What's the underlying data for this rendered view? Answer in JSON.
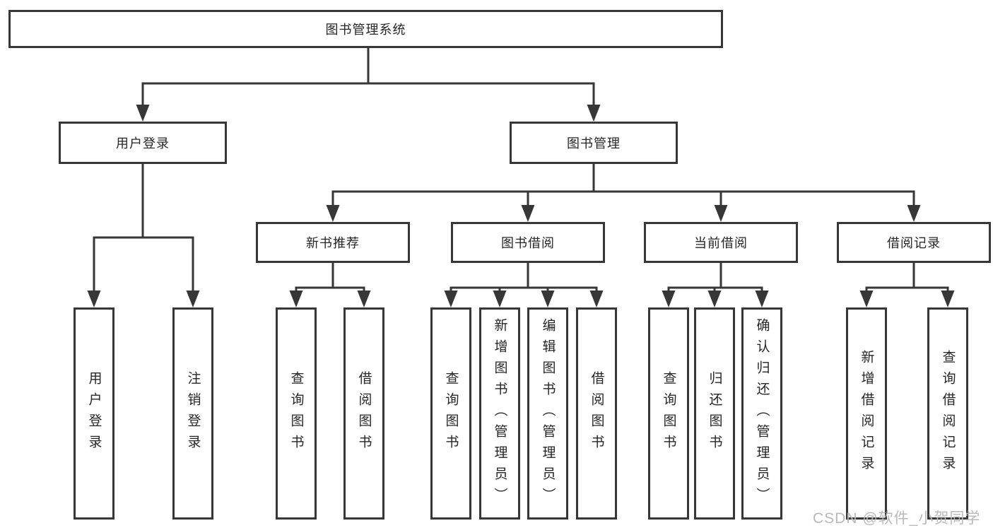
{
  "diagram_title": "图书管理系统",
  "tree": {
    "root": {
      "label": "图书管理系统"
    },
    "branches": [
      {
        "label": "用户登录",
        "leaves": [
          {
            "label": "用户登录"
          },
          {
            "label": "注销登录"
          }
        ]
      },
      {
        "label": "图书管理",
        "groups": [
          {
            "label": "新书推荐",
            "leaves": [
              {
                "label": "查询图书"
              },
              {
                "label": "借阅图书"
              }
            ]
          },
          {
            "label": "图书借阅",
            "leaves": [
              {
                "label": "查询图书"
              },
              {
                "label": "新增图书（管理员）"
              },
              {
                "label": "编辑图书（管理员）"
              },
              {
                "label": "借阅图书"
              }
            ]
          },
          {
            "label": "当前借阅",
            "leaves": [
              {
                "label": "查询图书"
              },
              {
                "label": "归还图书"
              },
              {
                "label": "确认归还（管理员）"
              }
            ]
          },
          {
            "label": "借阅记录",
            "leaves": [
              {
                "label": "新增借阅记录"
              },
              {
                "label": "查询借阅记录"
              }
            ]
          }
        ]
      }
    ]
  },
  "watermark": "CSDN @软件_小贺同学",
  "colors": {
    "line": "#373737",
    "text": "#262626",
    "watermark": "#b9b9b9",
    "background": "#ffffff"
  }
}
